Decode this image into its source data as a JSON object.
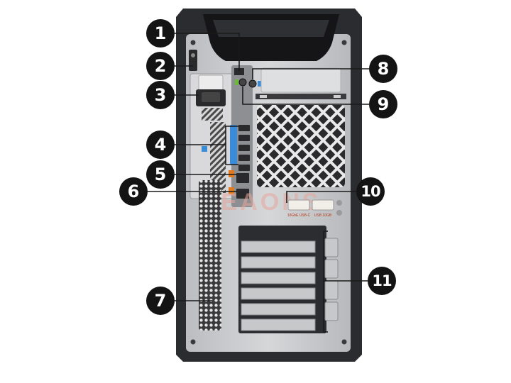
{
  "image": {
    "subject": "HP Z8 Fury G5 Workstation rear panel",
    "colors": {
      "chassis": "#c9cacc",
      "frame": "#2b2c2f",
      "callout": "#141414",
      "display_port": "#3a8bd8",
      "network_accent": "#e07a1f",
      "watermark": "#e6a59a"
    }
  },
  "callouts": [
    {
      "label": "1"
    },
    {
      "label": "2"
    },
    {
      "label": "3"
    },
    {
      "label": "4"
    },
    {
      "label": "5"
    },
    {
      "label": "6"
    },
    {
      "label": "7"
    },
    {
      "label": "8"
    },
    {
      "label": "9"
    },
    {
      "label": "10"
    },
    {
      "label": "11"
    }
  ],
  "port_labels": {
    "left_badge": "10GbE USB-C",
    "right_badge": "USB 10GB"
  },
  "watermark": {
    "text": "EAONS"
  }
}
